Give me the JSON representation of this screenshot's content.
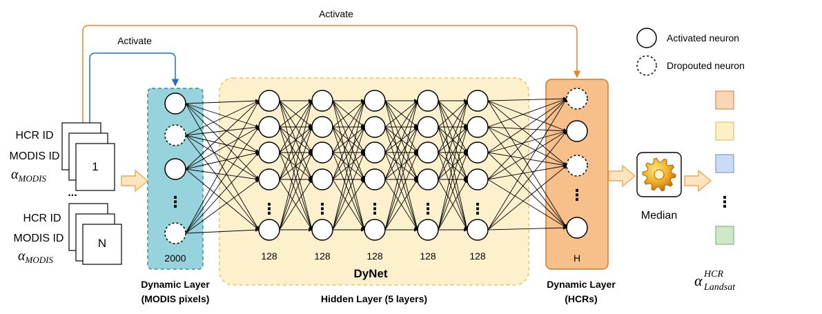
{
  "arrows": {
    "top_activate_label": "Activate",
    "inner_activate_label": "Activate"
  },
  "legend": {
    "activated_label": "Activated neuron",
    "dropout_label": "Dropouted neuron"
  },
  "inputs": {
    "card1": {
      "hcr_id": "HCR ID",
      "modis_id": "MODIS ID",
      "alpha": "α",
      "alpha_sub": "MODIS",
      "card_label": "1"
    },
    "ellipsis": "...",
    "cardN": {
      "hcr_id": "HCR ID",
      "modis_id": "MODIS ID",
      "alpha": "α",
      "alpha_sub": "MODIS",
      "card_label": "N"
    }
  },
  "input_layer": {
    "count_label": "2000",
    "title_line1": "Dynamic Layer",
    "title_line2": "(MODIS pixels)",
    "dots": "⋮"
  },
  "hidden": {
    "name": "DyNet",
    "counts": [
      "128",
      "128",
      "128",
      "128",
      "128"
    ],
    "title": "Hidden Layer (5 layers)",
    "dots": "⋮"
  },
  "output_layer": {
    "count_label": "H",
    "title_line1": "Dynamic Layer",
    "title_line2": "(HCRs)",
    "dots": "⋮"
  },
  "median": {
    "label": "Median",
    "icon": "gear-icon"
  },
  "result": {
    "alpha": "α",
    "sup": "HCR",
    "sub": "Landsat",
    "dots": "⋮",
    "swatches": [
      "#f9d7b5",
      "#fdf0c4",
      "#c9dcf2",
      "#cfe8c8"
    ]
  },
  "colors": {
    "top_arrow": "#e6842e",
    "inner_arrow": "#1f6fc4",
    "input_layer_fill": "#97d3dc",
    "input_layer_stroke": "#3a8c98",
    "hidden_fill": "#fdf0cc",
    "hidden_stroke": "#e8c460",
    "output_fill": "#f7c08a",
    "output_stroke": "#c57a2e",
    "flow_arrow_fill": "#fde5bf",
    "flow_arrow_stroke": "#e9a95a"
  }
}
